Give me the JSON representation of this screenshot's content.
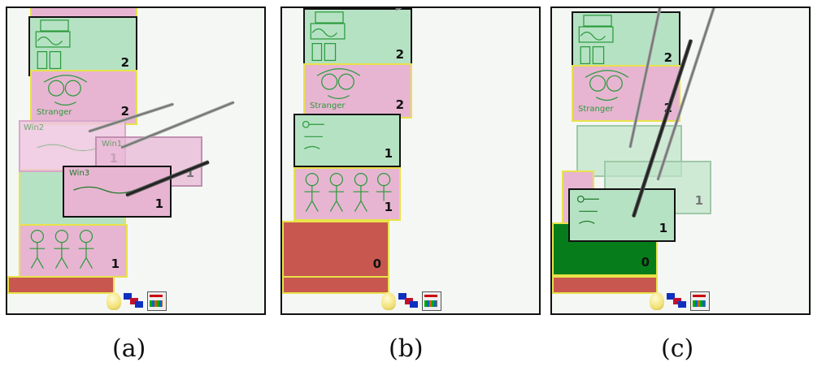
{
  "captions": {
    "a": "(a)",
    "b": "(b)",
    "c": "(c)"
  },
  "panel_a": {
    "card1_num": "2",
    "card2_num": "2",
    "win2_num": "1",
    "win1_num": "1",
    "win3_num": "1",
    "figures_num": "1"
  },
  "panel_b": {
    "card1_num": "2",
    "card2_num": "2",
    "card3_num": "1",
    "card4_num": "1",
    "card5_num": "0"
  },
  "panel_c": {
    "card1_num": "2",
    "card2_num": "2",
    "ghost_num": "1",
    "card3_num": "1",
    "card4_num": "0"
  },
  "sketch_text": {
    "stranger": "Stranger",
    "win1": "Win1",
    "win2": "Win2",
    "win3": "Win3"
  },
  "colors": {
    "green": "#b6e2c4",
    "pink": "#e7b5d2",
    "red": "#c8584f",
    "dark_green": "#067d1a",
    "border_yellow": "#e8e24a"
  },
  "toolbar_icons": [
    "lightbulb-icon",
    "color-blocks-icon",
    "tools-icon"
  ]
}
